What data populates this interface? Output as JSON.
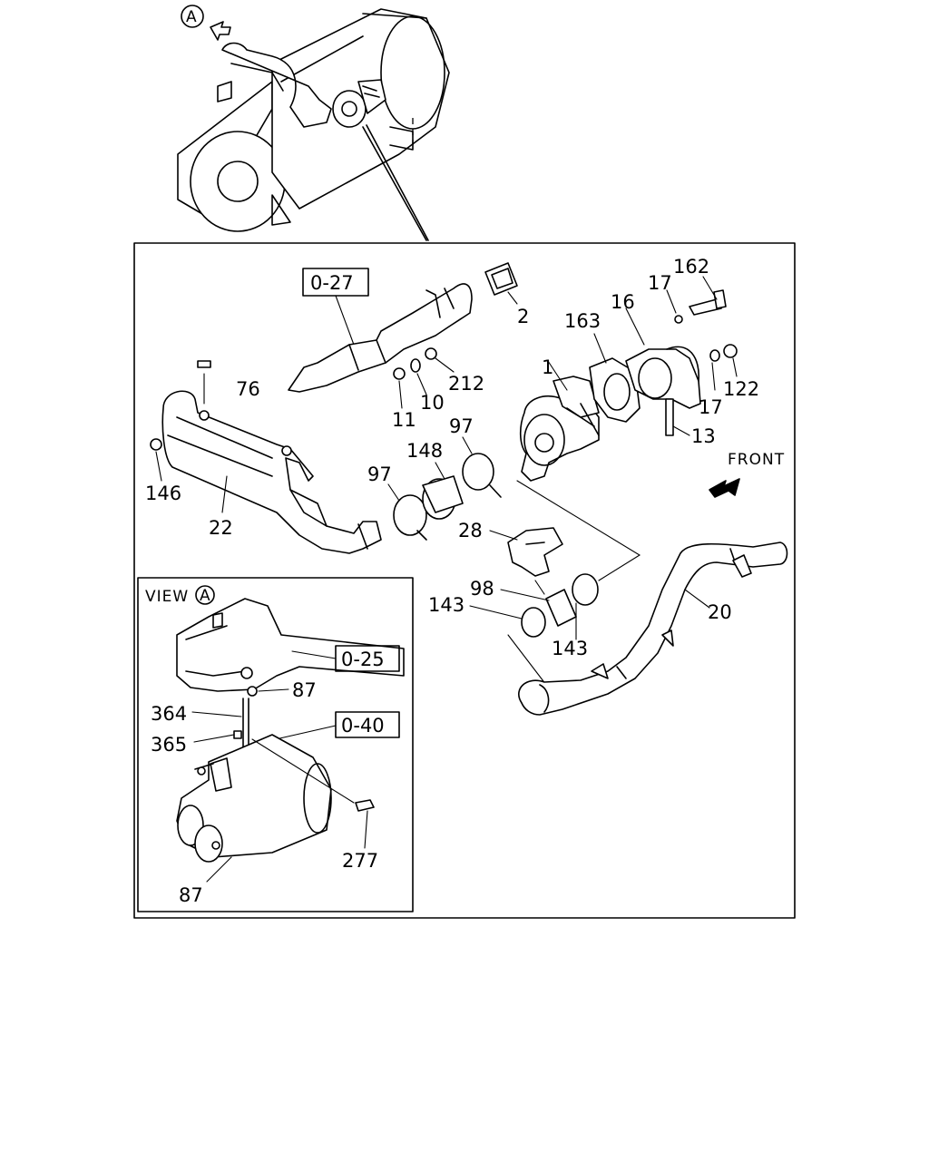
{
  "view_marker": "A",
  "front_label": "FRONT",
  "view_title": "VIEW",
  "refs": {
    "r027": "0-27",
    "r025": "0-25",
    "r040": "0-40"
  },
  "parts": {
    "p1": "1",
    "p2": "2",
    "p10": "10",
    "p11": "11",
    "p13": "13",
    "p16": "16",
    "p17a": "17",
    "p17b": "17",
    "p20": "20",
    "p22": "22",
    "p28": "28",
    "p76": "76",
    "p87a": "87",
    "p87b": "87",
    "p97a": "97",
    "p97b": "97",
    "p98": "98",
    "p122": "122",
    "p143a": "143",
    "p143b": "143",
    "p146": "146",
    "p148": "148",
    "p162": "162",
    "p163": "163",
    "p212": "212",
    "p277": "277",
    "p364": "364",
    "p365": "365"
  }
}
